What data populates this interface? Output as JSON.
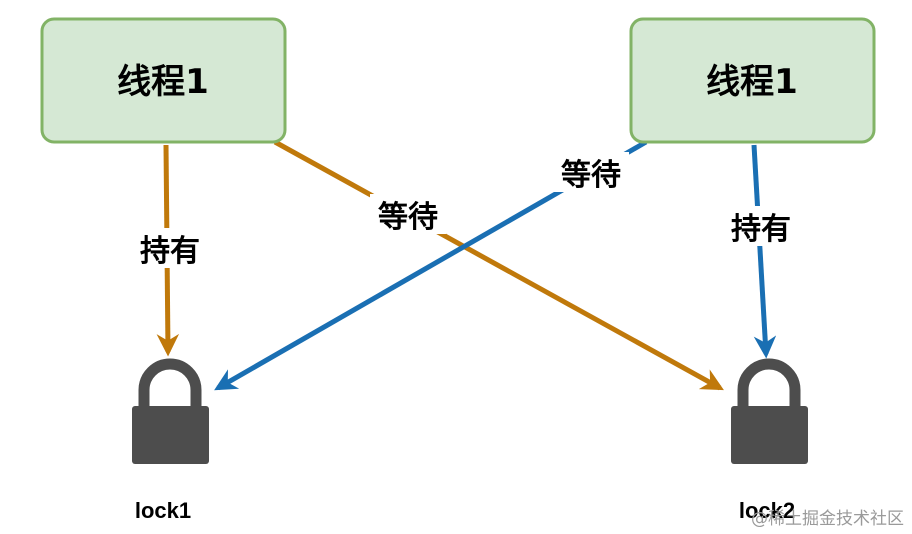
{
  "colors": {
    "thread_fill": "#d5e8d4",
    "thread_border": "#82b366",
    "orange_arrow": "#c0790b",
    "blue_arrow": "#1a6fb3",
    "lock": "#4d4d4d"
  },
  "threads": [
    {
      "label": "线程1"
    },
    {
      "label": "线程1"
    }
  ],
  "edges": {
    "left_hold": {
      "label": "持有"
    },
    "left_wait": {
      "label": "等待"
    },
    "right_wait": {
      "label": "等待"
    },
    "right_hold": {
      "label": "持有"
    }
  },
  "locks": [
    {
      "label": "lock1",
      "icon": "padlock-icon"
    },
    {
      "label": "lock2",
      "icon": "padlock-icon"
    }
  ],
  "watermark": "@稀土掘金技术社区"
}
